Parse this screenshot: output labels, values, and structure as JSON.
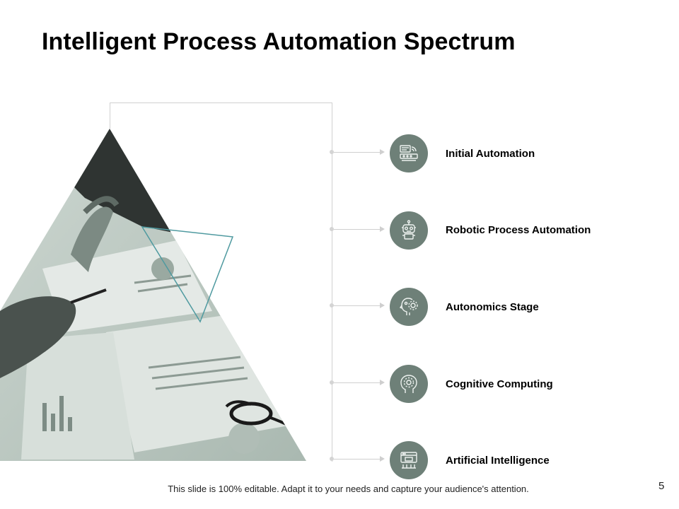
{
  "slide": {
    "title": "Intelligent Process Automation Spectrum",
    "footer": "This slide is 100% editable. Adapt it to your needs and capture your audience's attention.",
    "page_number": "5"
  },
  "steps": [
    {
      "label": "Initial Automation",
      "icon": "monitor-wifi-icon"
    },
    {
      "label": "Robotic Process Automation",
      "icon": "robot-icon"
    },
    {
      "label": "Autonomics Stage",
      "icon": "head-gear-icon"
    },
    {
      "label": "Cognitive Computing",
      "icon": "brain-gear-icon"
    },
    {
      "label": "Artificial Intelligence",
      "icon": "ai-chip-icon"
    }
  ],
  "colors": {
    "circle": "#6e8078",
    "pyramid_tint": "#b9c6bf",
    "accent_outline": "#4f9aa0"
  }
}
